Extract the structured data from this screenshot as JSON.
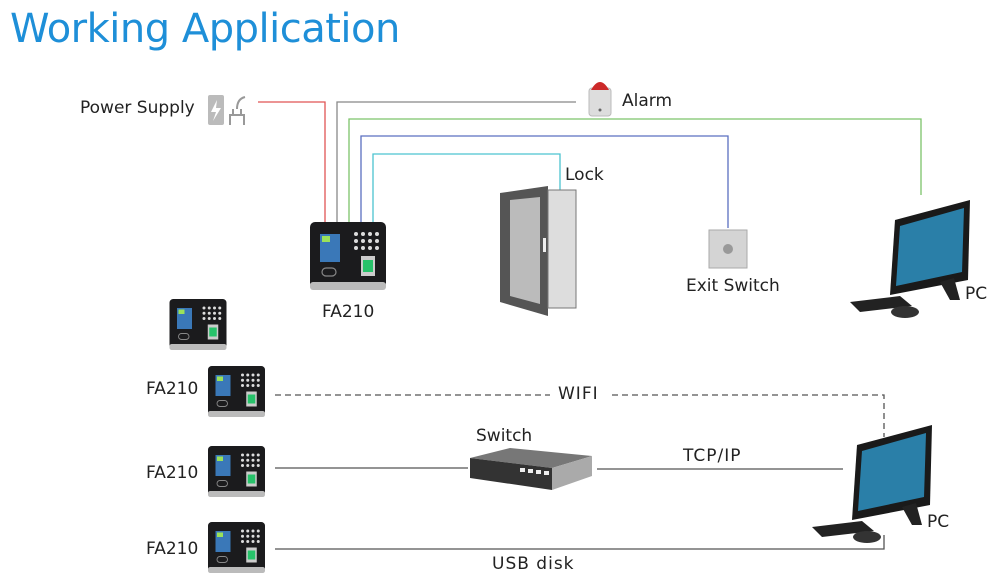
{
  "title": "Working Application",
  "top": {
    "power_supply": "Power Supply",
    "alarm": "Alarm",
    "lock": "Lock",
    "exit_switch": "Exit Switch",
    "pc": "PC",
    "device": "FA210"
  },
  "bottom": {
    "devices": [
      "FA210",
      "FA210",
      "FA210"
    ],
    "wifi": "WIFI",
    "switch": "Switch",
    "tcpip": "TCP/IP",
    "usb": "USB disk",
    "pc": "PC"
  },
  "colors": {
    "title": "#1e8fd8",
    "power_wire": "#e05555",
    "alarm_wire": "#888888",
    "pc_wire": "#7cc46a",
    "exit_wire": "#5a6fc0",
    "lock_wire": "#4cc3d0"
  }
}
